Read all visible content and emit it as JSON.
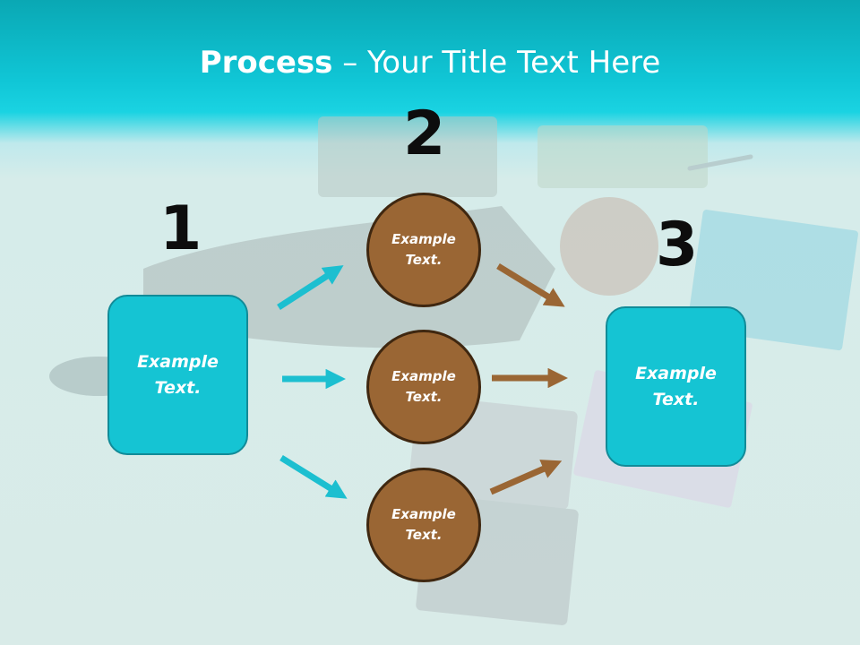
{
  "title": {
    "bold": "Process",
    "rest": " – Your Title Text Here"
  },
  "steps": [
    {
      "number": "1",
      "label": "Example\nText."
    },
    {
      "number": "2",
      "labels": [
        "Example\nText.",
        "Example\nText.",
        "Example\nText."
      ]
    },
    {
      "number": "3",
      "label": "Example\nText."
    }
  ],
  "colors": {
    "header": "#10c6d6",
    "box": "#15c4d3",
    "circle": "#9a6634",
    "arrow_in": "#1cbfd0",
    "arrow_out": "#9a6634"
  }
}
